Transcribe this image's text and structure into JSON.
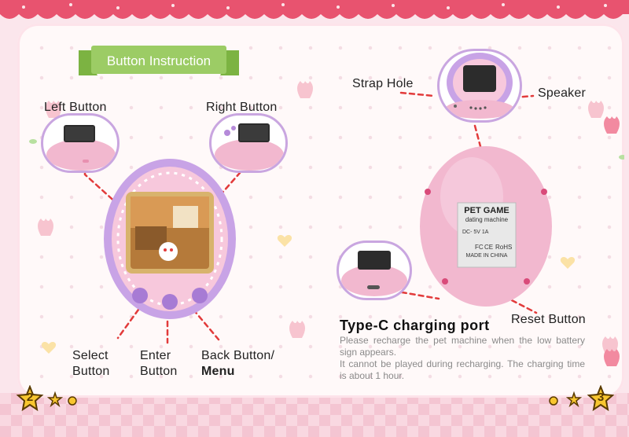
{
  "banner": {
    "title": "Button Instruction"
  },
  "left_labels": {
    "left_button": "Left Button",
    "right_button": "Right Button",
    "select_button_line1": "Select",
    "select_button_line2": "Button",
    "enter_button_line1": "Enter",
    "enter_button_line2": "Button",
    "back_button_line1": "Back Button/",
    "back_button_line2": "Menu"
  },
  "right_labels": {
    "strap_hole": "Strap Hole",
    "speaker": "Speaker",
    "reset_button": "Reset Button"
  },
  "device_label": {
    "line1": "PET GAME",
    "line2": "dating machine",
    "line3": "DC- 5V 1A",
    "line4": "MADE IN CHINA",
    "ce_mark": "CE",
    "rohs": "RoHS",
    "fc": "FC"
  },
  "typec": {
    "title": "Type-C charging port",
    "desc_line1": "Please recharge the pet machine when the low battery sign appears.",
    "desc_line2": "It cannot be played during recharging. The charging time is about 1 hour."
  },
  "page_numbers": {
    "left": "2",
    "right": "3"
  },
  "colors": {
    "accent_purple": "#c9a6e0",
    "pink_body": "#f2b8cf",
    "banner_green": "#9ccc65"
  }
}
